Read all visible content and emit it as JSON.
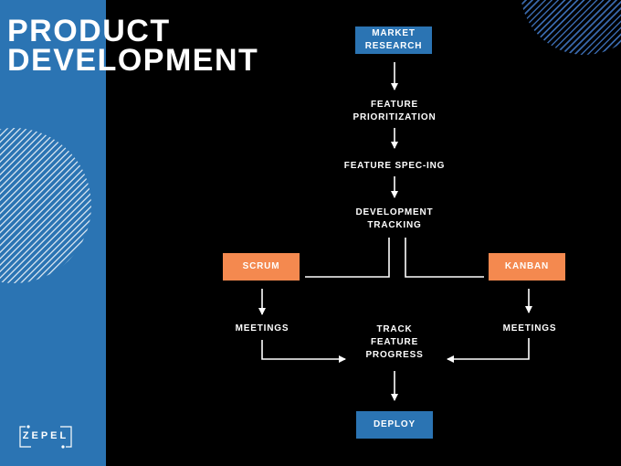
{
  "title": "PRODUCT\nDEVELOPMENT",
  "brand": {
    "logo_text": "ZEPEL"
  },
  "colors": {
    "background": "#000000",
    "panel": "#2b74b3",
    "blue_box": "#2b74b3",
    "orange_box": "#f4894f",
    "text": "#ffffff"
  },
  "nodes": {
    "market_research": "MARKET\nRESEARCH",
    "feature_prioritization": "FEATURE\nPRIORITIZATION",
    "feature_spec": "FEATURE SPEC-ING",
    "development_tracking": "DEVELOPMENT\nTRACKING",
    "scrum": "SCRUM",
    "kanban": "KANBAN",
    "meetings_left": "MEETINGS",
    "meetings_right": "MEETINGS",
    "track_progress": "TRACK\nFEATURE\nPROGRESS",
    "deploy": "DEPLOY"
  }
}
